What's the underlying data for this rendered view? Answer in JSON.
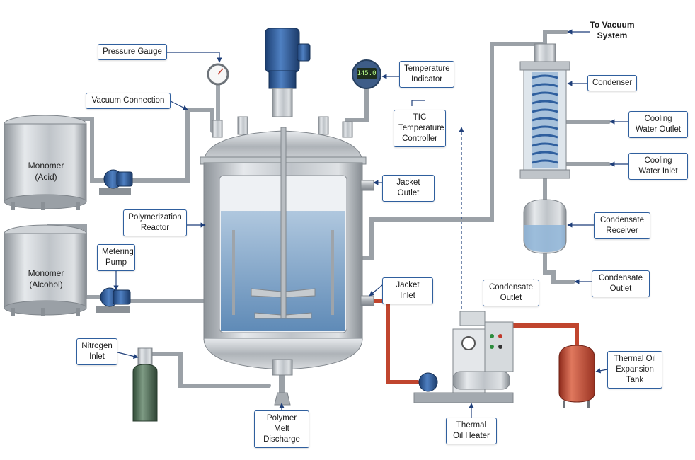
{
  "labels": {
    "pressure_gauge": "Pressure Gauge",
    "vacuum_connection": "Vacuum Connection",
    "temperature_indicator": "Temperature Indicator",
    "tic_temperature_controller": "TIC Temperature Controller",
    "jacket_outlet": "Jacket Outlet",
    "polymerization_reactor": "Polymerization Reactor",
    "metering_pump": "Metering Pump",
    "jacket_inlet": "Jacket Inlet",
    "nitrogen_inlet": "Nitrogen Inlet",
    "polymer_melt_discharge": "Polymer Melt Discharge",
    "to_vacuum_system": "To Vacuum System",
    "condenser": "Condenser",
    "cooling_water_outlet": "Cooling Water Outlet",
    "cooling_water_inlet": "Cooling Water Inlet",
    "condensate_receiver": "Condensate Receiver",
    "condensate_outlet_right": "Condensate Outlet",
    "condensate_outlet_left": "Condensate Outlet",
    "thermal_oil_heater": "Thermal Oil Heater",
    "thermal_oil_expansion_tank": "Thermal Oil Expansion Tank"
  },
  "tanks": {
    "monomer_acid": "Monomer (Acid)",
    "monomer_alcohol": "Monomer (Alcohol)"
  },
  "instruments": {
    "temperature_reading": "145.0"
  },
  "colors": {
    "label_border": "#2f5f9e",
    "steel": "#b8bcc0",
    "motor_blue": "#2a5a9a",
    "thermal_oil_red": "#c0452e",
    "liquid_blue": "#7fa3c8"
  }
}
